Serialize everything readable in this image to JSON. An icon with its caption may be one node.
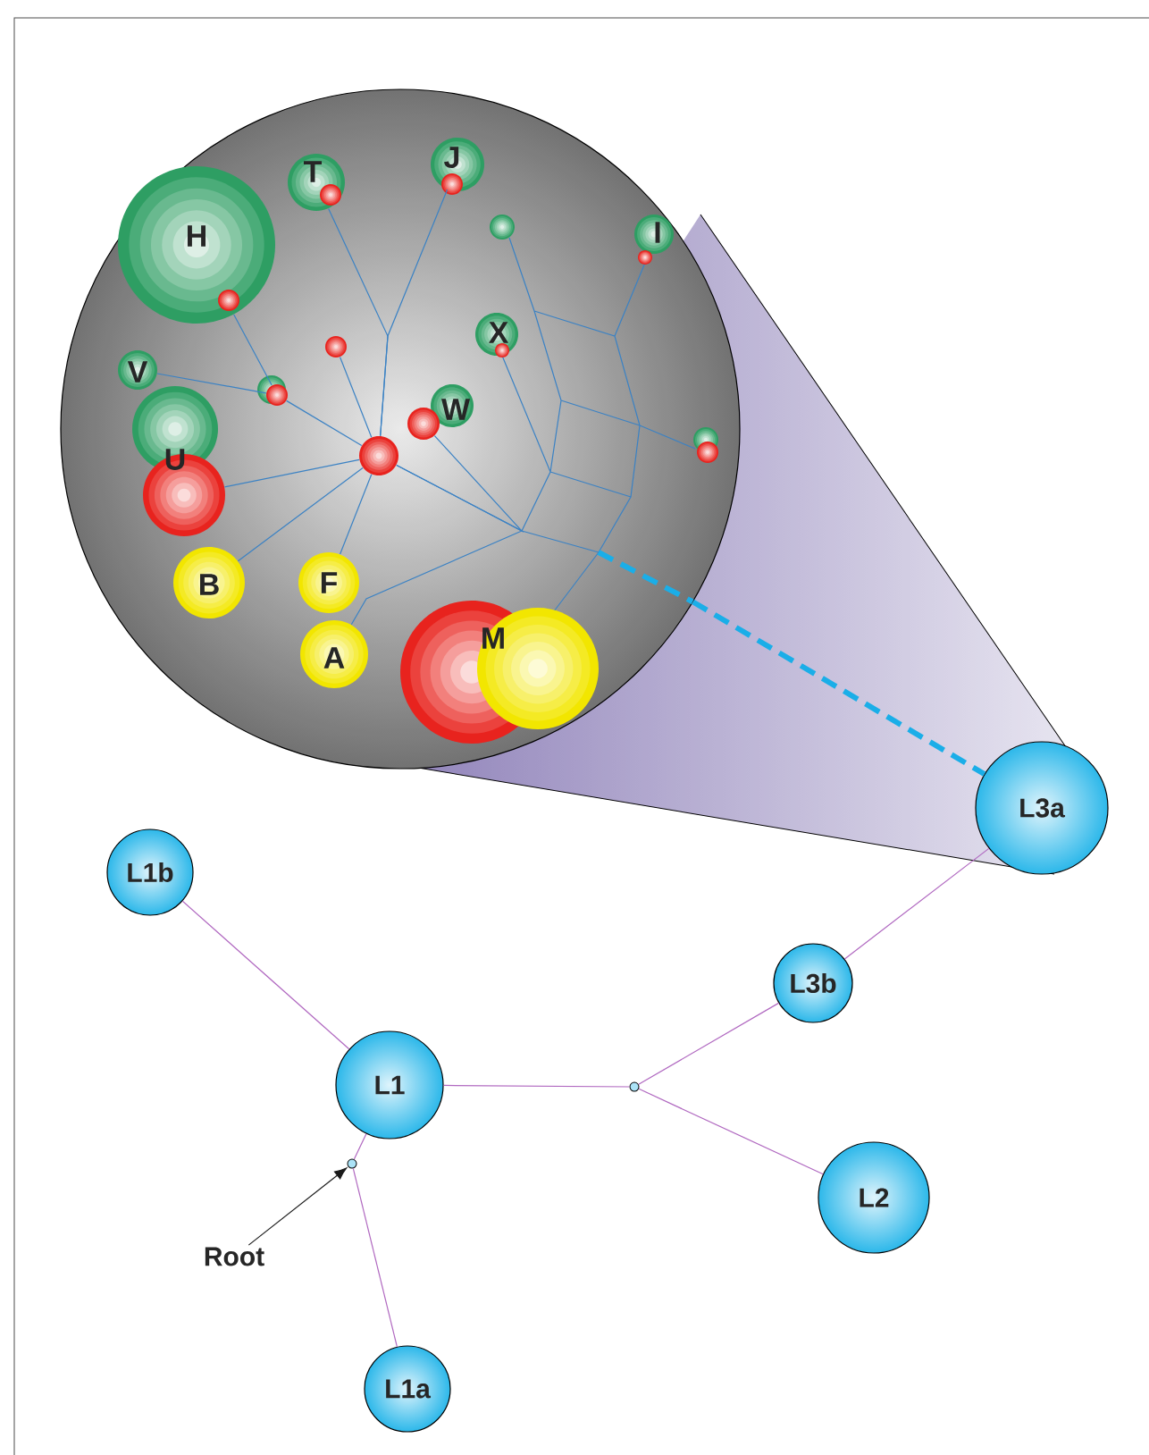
{
  "diagram": {
    "nodes": [
      {
        "text": [],
        "shape": "circle"
      },
      {
        "text": [
          "T"
        ],
        "in": 0
      },
      {
        "text": [
          "J"
        ],
        "in": 0
      },
      {
        "text": [
          "H"
        ],
        "in": 0
      },
      {
        "text": [
          "I"
        ],
        "in": 0
      },
      {
        "text": [
          "X"
        ],
        "in": 0
      },
      {
        "text": [
          "V"
        ],
        "in": 0
      },
      {
        "text": [
          "W"
        ],
        "in": 0
      },
      {
        "text": [
          "U"
        ],
        "in": 0
      },
      {
        "text": [
          "B"
        ],
        "in": 0
      },
      {
        "text": [
          "F"
        ],
        "in": 0
      },
      {
        "text": [
          "A"
        ],
        "in": 0
      },
      {
        "text": [
          "M"
        ],
        "in": 0
      },
      {
        "text": [],
        "shape": "circle",
        "in": 0
      },
      {
        "text": [],
        "shape": "circle",
        "in": 0
      },
      {
        "text": [],
        "shape": "circle",
        "in": 0
      },
      {
        "text": [],
        "shape": "circle",
        "in": 0
      },
      {
        "text": [],
        "shape": "circle",
        "in": 0
      },
      {
        "text": [
          "L3a"
        ]
      },
      {
        "text": [
          "L1b"
        ]
      },
      {
        "text": [
          "L3b"
        ]
      },
      {
        "text": [
          "L1"
        ]
      },
      {
        "text": [],
        "shape": "circle"
      },
      {
        "text": [],
        "shape": "circle"
      },
      {
        "text": [
          "L2"
        ]
      },
      {
        "text": [
          "Root"
        ]
      },
      {
        "text": [
          "L1a"
        ]
      }
    ],
    "edges": [
      {
        "from": 19,
        "to": 21,
        "arrow": "none",
        "color": "#b068c0"
      },
      {
        "from": 21,
        "to": 23,
        "arrow": "none",
        "color": "#b068c0"
      },
      {
        "from": 23,
        "to": 26,
        "arrow": "none",
        "color": "#b068c0"
      },
      {
        "from": 21,
        "to": 22,
        "arrow": "none",
        "color": "#b068c0"
      },
      {
        "from": 22,
        "to": 20,
        "arrow": "none",
        "color": "#b068c0"
      },
      {
        "from": 22,
        "to": 24,
        "arrow": "none",
        "color": "#b068c0"
      },
      {
        "from": 20,
        "to": 18,
        "arrow": "none",
        "color": "#b068c0"
      },
      {
        "from": 25,
        "to": 23,
        "arrow": "to",
        "color": "#1a1a1a"
      },
      {
        "from": 0,
        "to": 18,
        "arrow": "none",
        "style": "dashed",
        "color": "#1aaee8"
      },
      {
        "from": 3,
        "to": 13,
        "arrow": "none",
        "color": "#3b82c4"
      },
      {
        "from": 6,
        "to": 13,
        "arrow": "none",
        "color": "#3b82c4"
      },
      {
        "from": 13,
        "to": 15,
        "arrow": "none",
        "color": "#3b82c4"
      },
      {
        "from": 14,
        "to": 15,
        "arrow": "none",
        "color": "#3b82c4"
      },
      {
        "from": 8,
        "to": 15,
        "arrow": "none",
        "color": "#3b82c4"
      },
      {
        "from": 9,
        "to": 15,
        "arrow": "none",
        "color": "#3b82c4"
      },
      {
        "from": 10,
        "to": 15,
        "arrow": "none",
        "color": "#3b82c4"
      },
      {
        "from": 1,
        "to": 15,
        "arrow": "none",
        "color": "#3b82c4"
      },
      {
        "from": 2,
        "to": 15,
        "arrow": "none",
        "color": "#3b82c4"
      },
      {
        "from": 7,
        "to": 15,
        "arrow": "none",
        "color": "#3b82c4"
      },
      {
        "from": 11,
        "to": 15,
        "arrow": "none",
        "color": "#3b82c4"
      }
    ]
  }
}
